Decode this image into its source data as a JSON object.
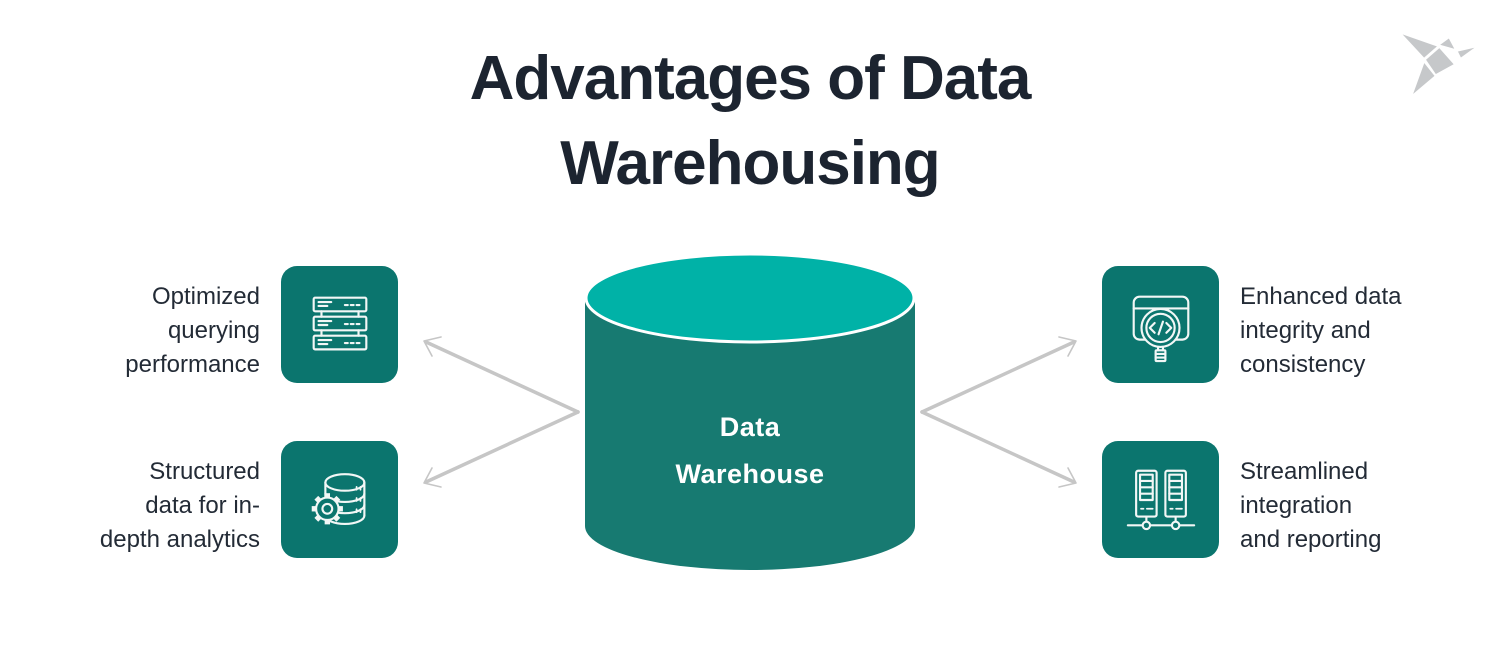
{
  "title": {
    "line1": "Advantages of Data",
    "line2": "Warehousing"
  },
  "center": {
    "label": "Data\nWarehouse",
    "shape": "database-cylinder"
  },
  "advantages": [
    {
      "id": "optimized-querying",
      "side": "left",
      "icon": "server-stack-icon",
      "label": "Optimized\nquerying\nperformance"
    },
    {
      "id": "structured-data",
      "side": "left",
      "icon": "database-gear-icon",
      "label": "Structured\ndata for in-\ndepth analytics"
    },
    {
      "id": "data-integrity",
      "side": "right",
      "icon": "code-search-icon",
      "label": "Enhanced data\nintegrity and\nconsistency"
    },
    {
      "id": "streamlined-integration",
      "side": "right",
      "icon": "server-network-icon",
      "label": "Streamlined\nintegration\nand reporting"
    }
  ],
  "logo": {
    "name": "origami-bird-logo"
  },
  "colors": {
    "tile": "#0b756e",
    "cylinder-top": "#00b2a7",
    "cylinder-body": "#177a71",
    "arrow": "#c6c6c6",
    "logo": "#c6c8ca",
    "title-text": "#1c2430",
    "label-text": "#232b36"
  }
}
